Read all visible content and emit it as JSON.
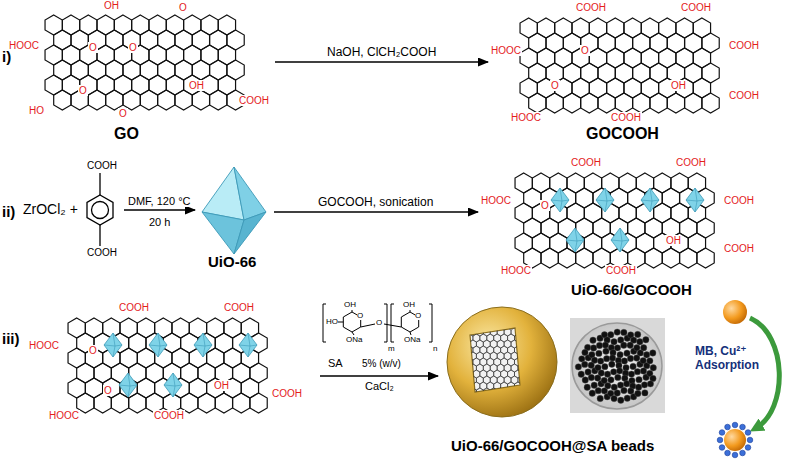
{
  "diagram": {
    "nodes": [
      {
        "text": [
          "GO",
          "OH",
          "O",
          "HOOC",
          "O",
          "O",
          "O",
          "OH",
          "COOH",
          "HO",
          "O"
        ]
      },
      {
        "text": [
          "GOCOOH",
          "COOH",
          "COOH",
          "HOOC",
          "COOH",
          "O",
          "O",
          "OH",
          "COOH",
          "HOOC",
          "COOH"
        ]
      },
      {
        "text": [
          "ZrOCl₂ +",
          "COOH",
          "COOH"
        ]
      },
      {
        "text": [
          "UiO-66"
        ]
      },
      {
        "text": [
          "UiO-66/GOCOOH",
          "COOH",
          "COOH",
          "HOOC",
          "COOH",
          "O",
          "OH",
          "COOH",
          "HOOC",
          "COOH"
        ]
      },
      {
        "text": [
          "COOH",
          "COOH",
          "HOOC",
          "O",
          "O",
          "OH",
          "COOH",
          "HOOC",
          "COOH"
        ]
      },
      {
        "text": [
          "UiO-66/GOCOOH@SA beads"
        ]
      }
    ],
    "edges": [
      {
        "from": 0,
        "to": 1,
        "arrow": "to",
        "label": "NaOH, ClCH₂COOH"
      },
      {
        "from": 2,
        "to": 3,
        "arrow": "to",
        "label": "DMF, 120 °C"
      },
      {
        "from": 3,
        "to": 4,
        "arrow": "to",
        "label": "GOCOOH, sonication"
      },
      {
        "from": 5,
        "to": 6,
        "arrow": "to",
        "label": "CaCl₂"
      }
    ],
    "labels": [
      "i)",
      "ii)",
      "iii)",
      "20 h",
      "SA",
      "5% (w/v)",
      "MB, Cu²⁺ Adsorption",
      "OH",
      "HO",
      "O",
      "ONa",
      "O",
      "OH",
      "O",
      "ONa",
      "m",
      "n"
    ]
  }
}
